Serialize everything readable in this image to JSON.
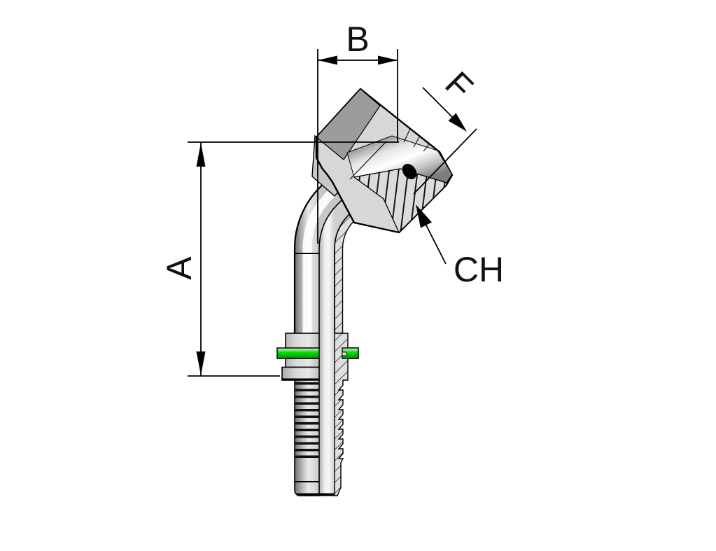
{
  "drawing": {
    "labels": {
      "dim_width": "B",
      "dim_height": "A",
      "dim_thread": "F",
      "dim_hex": "CH"
    },
    "colors": {
      "line": "#000000",
      "background": "#FFFFFF",
      "metal_light": "#E8E8E8",
      "metal_mid": "#C6C6C6",
      "metal_dark": "#9C9C9C",
      "hatch_fill": "#DFDFDF",
      "green": "#00D800",
      "green_light": "#90F090",
      "green_dark": "#009700"
    }
  }
}
